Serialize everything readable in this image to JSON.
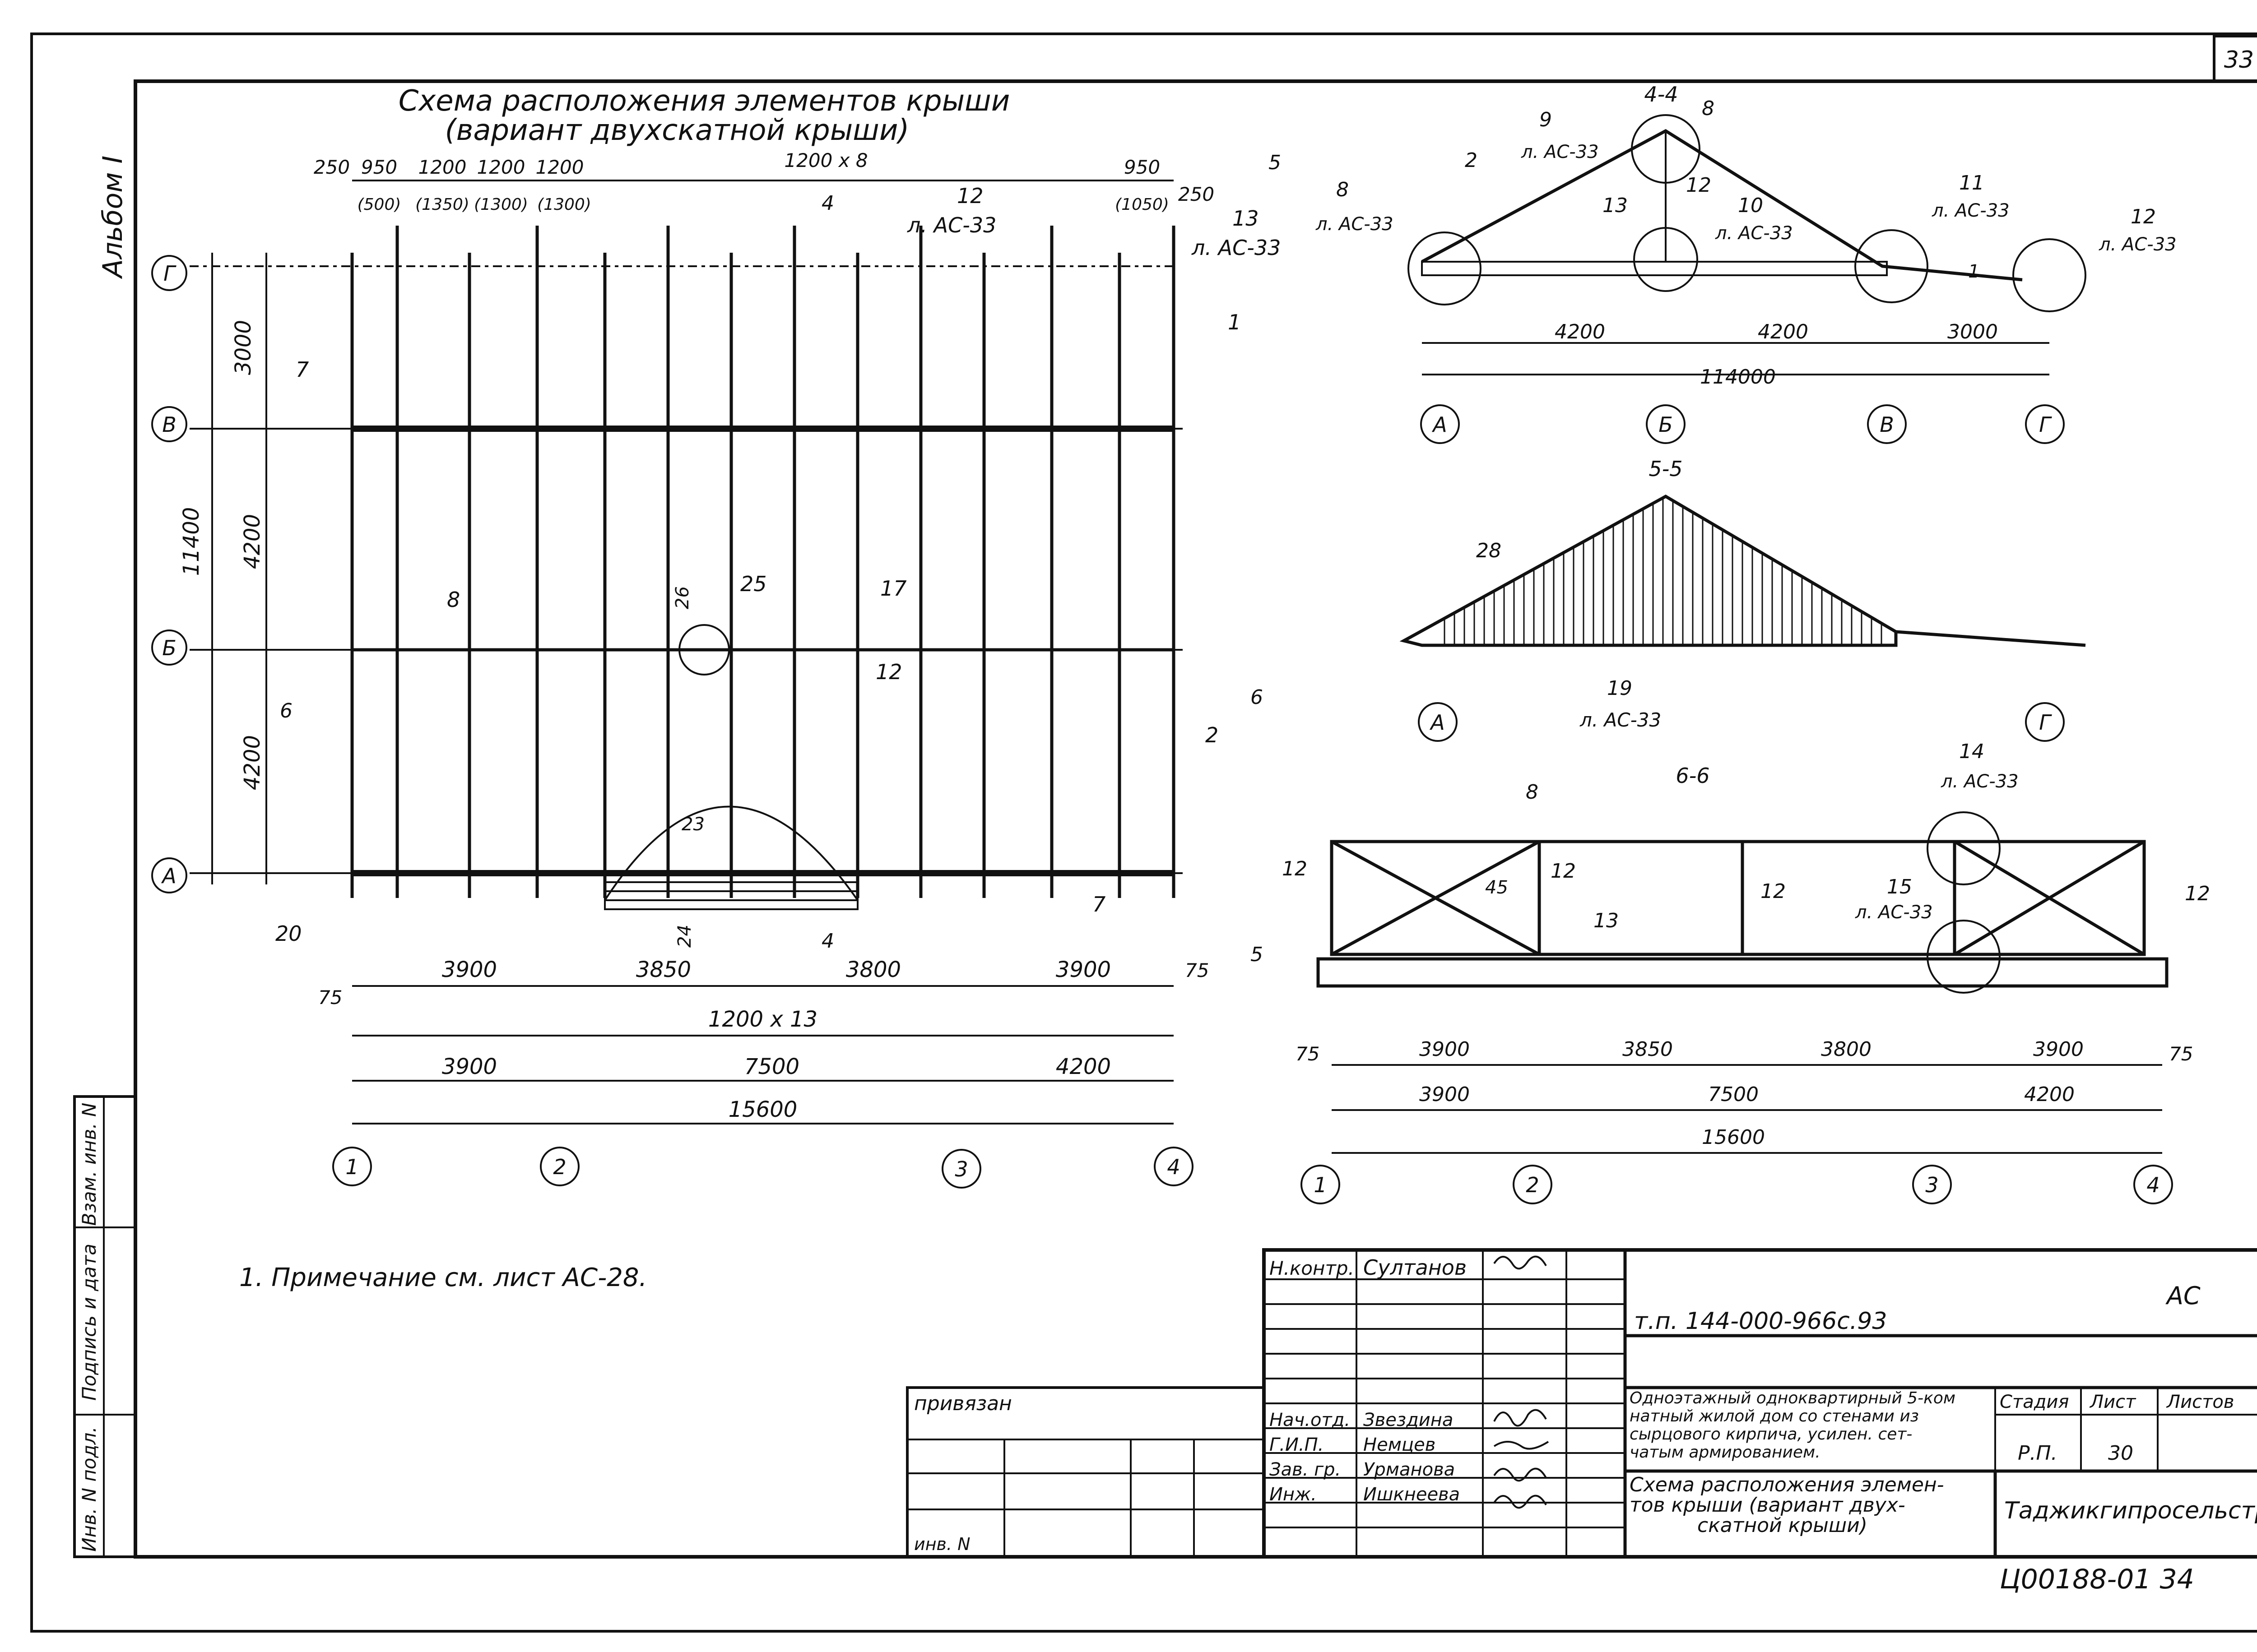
{
  "sheet_number": "33",
  "album": "Альбом I",
  "plan": {
    "title_line1": "Схема   расположения   элементов   крыши",
    "title_line2": "(вариант   двухскатной  крыши)",
    "top_dims": [
      "250",
      "950",
      "1200",
      "1200",
      "1200",
      "1200 х 8",
      "950",
      "250"
    ],
    "top_dims_sub": [
      "(500)",
      "(1350)",
      "(1300)",
      "(1300)",
      "(1050)"
    ],
    "axes_rows": [
      "Г",
      "В",
      "Б",
      "А"
    ],
    "axes_cols": [
      "1",
      "2",
      "3",
      "4"
    ],
    "left_dims": [
      "3000",
      "4200",
      "11400",
      "4200"
    ],
    "bottom_dims_row1": [
      "75",
      "3900",
      "3850",
      "3800",
      "3900",
      "75"
    ],
    "bottom_dims_row2": [
      "1200 х 13"
    ],
    "bottom_dims_row3": [
      "3900",
      "7500",
      "4200"
    ],
    "bottom_total": "15600",
    "callouts": [
      "1",
      "2",
      "7",
      "7",
      "8",
      "12",
      "12",
      "13",
      "17",
      "20",
      "23",
      "24",
      "25",
      "26"
    ],
    "sheet_ref": "л. АС-33",
    "section_marks": [
      "4",
      "4",
      "5",
      "5",
      "6",
      "6"
    ]
  },
  "section44": {
    "title": "4-4",
    "dims": [
      "4200",
      "4200",
      "3000"
    ],
    "total": "114000",
    "axes": [
      "А",
      "Б",
      "В",
      "Г"
    ],
    "callouts": [
      "2",
      "8",
      "8",
      "9",
      "10",
      "11",
      "12",
      "12",
      "13",
      "1"
    ],
    "ref": "л. АС-33"
  },
  "section55": {
    "title": "5-5",
    "callouts": [
      "28",
      "19"
    ],
    "ref": "л. АС-33",
    "axes": [
      "А",
      "Г"
    ]
  },
  "section66": {
    "title": "6-6",
    "callouts": [
      "8",
      "12",
      "45",
      "12",
      "12",
      "13",
      "14",
      "15",
      "12"
    ],
    "ref": "л. АС-33",
    "dims_row1": [
      "75",
      "3900",
      "3850",
      "3800",
      "3900",
      "75"
    ],
    "dims_row2": [
      "3900",
      "7500",
      "4200"
    ],
    "total": "15600",
    "axes": [
      "1",
      "2",
      "3",
      "4"
    ]
  },
  "note": "1. Примечание  см. лист  АС-28.",
  "side_stamp": [
    "Инв. N подл.",
    "Подпись и дата",
    "Взам. инв. N"
  ],
  "title_block": {
    "code": "т.п.  144-000-966с.93",
    "mark": "АС",
    "privyazan": "привязан",
    "inv": "инв. N",
    "roles": [
      "Н.контр.",
      "Нач.отд.",
      "Г.И.П.",
      "Зав. гр.",
      "Инж."
    ],
    "names": [
      "Султанов",
      "Звездина",
      "Немцев",
      "Урманова",
      "Ишкнеева"
    ],
    "description": [
      "Одноэтажный одноквартирный 5-ком",
      "натный жилой дом со стенами из",
      "сырцового кирпича, усилен.   сет-",
      "чатым армированием."
    ],
    "sheet_title": [
      "Схема  расположения элемен-",
      "тов крыши (вариант двух-",
      "скатной крыши)"
    ],
    "headers": [
      "Стадия",
      "Лист",
      "Листов"
    ],
    "stage": "Р.П.",
    "sheet": "30",
    "org": "Таджикгипросельстрой",
    "archive": "Ц00188-01   34"
  }
}
